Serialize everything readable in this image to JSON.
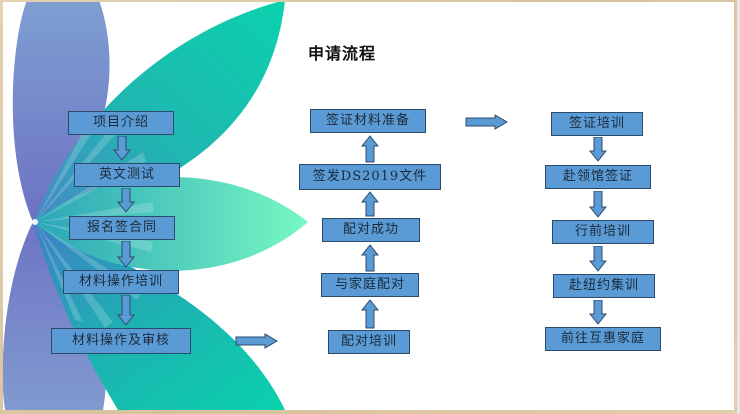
{
  "title": "申请流程",
  "colors": {
    "box_fill": "#5b9bd5",
    "box_border": "#2c4a6b",
    "petal_teal": "#0ccfae",
    "petal_mint": "#72f4c1",
    "petal_blue": "#7f9ad0",
    "petal_purple": "#7479c4"
  },
  "columns": [
    {
      "direction": "down",
      "steps": [
        "项目介绍",
        "英文测试",
        "报名签合同",
        "材料操作培训",
        "材料操作及审核"
      ]
    },
    {
      "direction": "up",
      "steps": [
        "配对培训",
        "与家庭配对",
        "配对成功",
        "签发DS2019文件",
        "签证材料准备"
      ]
    },
    {
      "direction": "down",
      "steps": [
        "签证培训",
        "赴领馆签证",
        "行前培训",
        "赴纽约集训",
        "前往互惠家庭"
      ]
    }
  ],
  "connectors": [
    {
      "from": "材料操作及审核",
      "to": "配对培训",
      "direction": "right"
    },
    {
      "from": "签证材料准备",
      "to": "签证培训",
      "direction": "right"
    }
  ]
}
